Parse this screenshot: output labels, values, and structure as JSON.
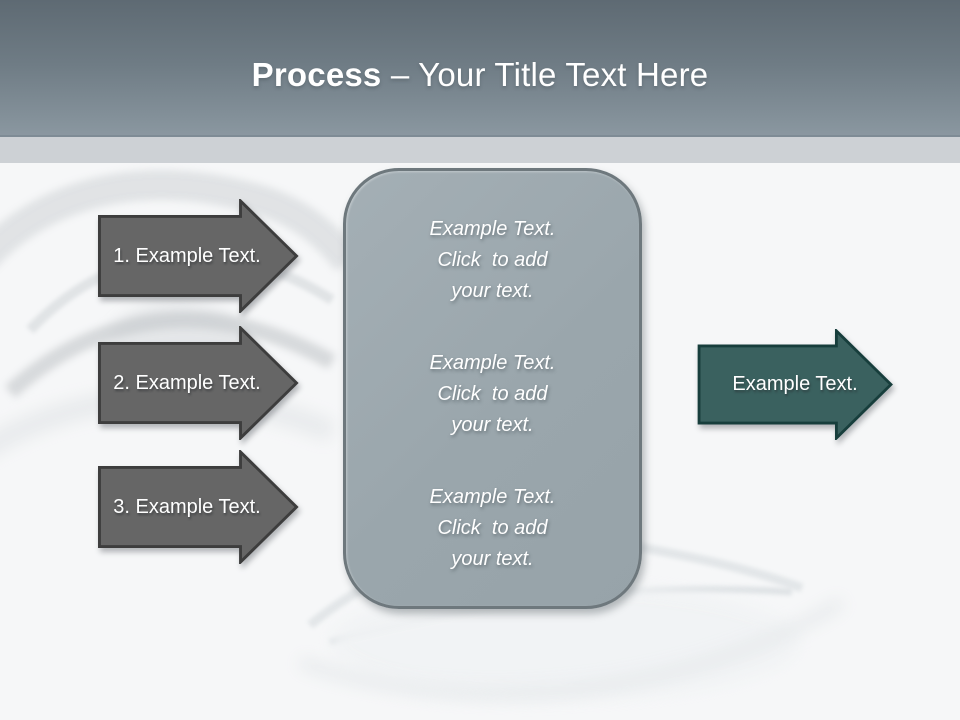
{
  "header": {
    "title_bold": "Process",
    "title_regular": "– Your Title Text Here",
    "gradient_top_color": "#5e6a73",
    "gradient_bottom_color": "#8a97a0",
    "band_color": "#cdd1d5",
    "title_color": "#ffffff"
  },
  "left_arrows": {
    "fill_color": "#666666",
    "border_color": "#3d3d3d",
    "items": [
      {
        "label": "1. Example Text."
      },
      {
        "label": "2. Example Text."
      },
      {
        "label": "3. Example Text."
      }
    ]
  },
  "center_panel": {
    "fill_color": "#9aa6ac",
    "border_color": "#6e787d",
    "groups": [
      {
        "lines": [
          "Example Text.",
          "Click  to add",
          "your text."
        ]
      },
      {
        "lines": [
          "Example Text.",
          "Click  to add",
          "your text."
        ]
      },
      {
        "lines": [
          "Example Text.",
          "Click  to add",
          "your text."
        ]
      }
    ]
  },
  "right_arrow": {
    "label": "Example Text.",
    "fill_color": "#3a615f",
    "border_color": "#173e3c"
  },
  "background": {
    "color": "#f6f7f8",
    "decorations": [
      "faint-eye-photo-top-left",
      "faint-lips-photo-bottom-center"
    ]
  }
}
